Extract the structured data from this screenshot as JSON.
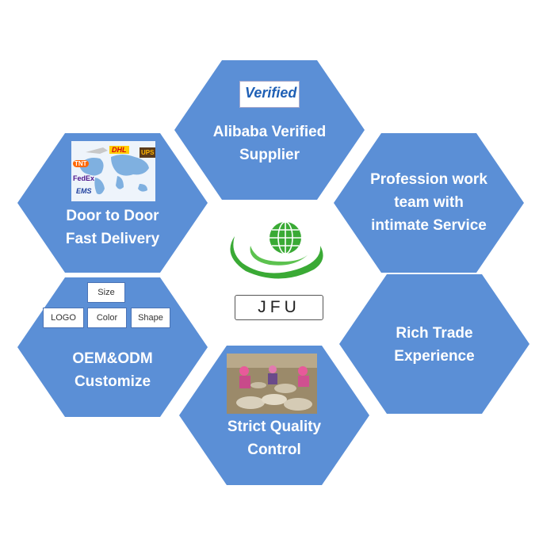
{
  "colors": {
    "hex_fill": "#5b8fd6",
    "logo_green": "#3aaa35",
    "verified_blue": "#1e5fb5"
  },
  "hexes": {
    "top": {
      "line1": "Alibaba Verified",
      "line2": "Supplier",
      "badge": "Verified",
      "badge_icon": "verified-checkmark-badge"
    },
    "top_left": {
      "line1": "Door to Door",
      "line2": "Fast Delivery",
      "map_labels": {
        "dhl": "DHL",
        "ups": "UPS",
        "tnt": "TNT",
        "fedex": "FedEx",
        "ems": "EMS"
      }
    },
    "top_right": {
      "line1": "Profession work",
      "line2": "team with",
      "line3": "intimate Service"
    },
    "bottom_left": {
      "line1": "OEM&ODM",
      "line2": "Customize",
      "tags": {
        "size": "Size",
        "logo": "LOGO",
        "color": "Color",
        "shape": "Shape"
      }
    },
    "bottom_right": {
      "line1": "Rich Trade",
      "line2": "Experience"
    },
    "bottom": {
      "line1": "Strict Quality",
      "line2": "Control"
    }
  },
  "center": {
    "brand": "JFU",
    "icon": "green-globe-logo"
  }
}
